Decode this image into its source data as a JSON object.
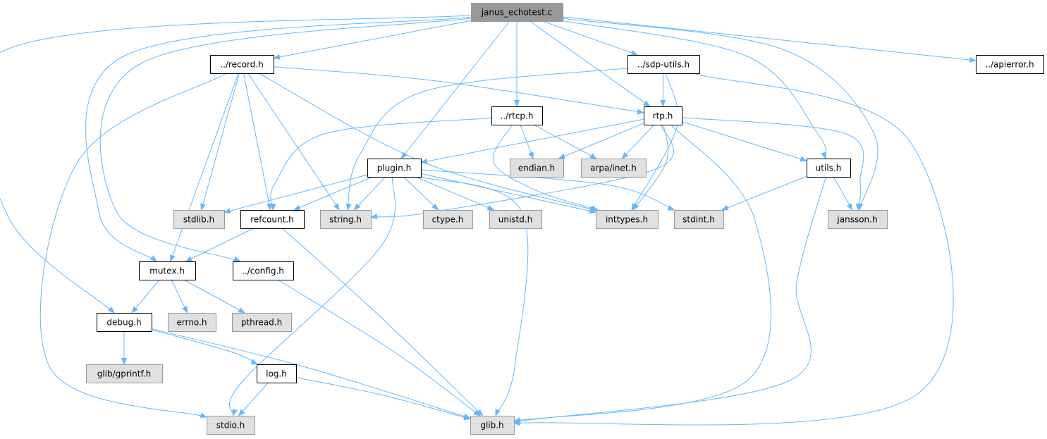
{
  "diagram": {
    "type": "include-dependency-graph",
    "root": "janus_echotest.c",
    "colors": {
      "edge": "#63b8ff",
      "root_fill": "#999999",
      "documented_fill": "#ffffff",
      "external_fill": "#e0e0e0",
      "border_dark": "#000000",
      "border_light": "#999999"
    },
    "nodes": [
      {
        "id": "janus_echotest",
        "label": "janus_echotest.c",
        "kind": "root"
      },
      {
        "id": "record",
        "label": "../record.h",
        "kind": "documented"
      },
      {
        "id": "sdputils",
        "label": "../sdp-utils.h",
        "kind": "documented"
      },
      {
        "id": "apierror",
        "label": "../apierror.h",
        "kind": "documented"
      },
      {
        "id": "rtcp",
        "label": "../rtcp.h",
        "kind": "documented"
      },
      {
        "id": "rtp",
        "label": "rtp.h",
        "kind": "documented"
      },
      {
        "id": "plugin",
        "label": "plugin.h",
        "kind": "documented"
      },
      {
        "id": "endian",
        "label": "endian.h",
        "kind": "external"
      },
      {
        "id": "arpainet",
        "label": "arpa/inet.h",
        "kind": "external"
      },
      {
        "id": "utils",
        "label": "utils.h",
        "kind": "documented"
      },
      {
        "id": "stdlib",
        "label": "stdlib.h",
        "kind": "external"
      },
      {
        "id": "refcount",
        "label": "refcount.h",
        "kind": "documented"
      },
      {
        "id": "string",
        "label": "string.h",
        "kind": "external"
      },
      {
        "id": "ctype",
        "label": "ctype.h",
        "kind": "external"
      },
      {
        "id": "unistd",
        "label": "unistd.h",
        "kind": "external"
      },
      {
        "id": "inttypes",
        "label": "inttypes.h",
        "kind": "external"
      },
      {
        "id": "stdint",
        "label": "stdint.h",
        "kind": "external"
      },
      {
        "id": "jansson",
        "label": "jansson.h",
        "kind": "external"
      },
      {
        "id": "mutex",
        "label": "mutex.h",
        "kind": "documented"
      },
      {
        "id": "config",
        "label": "../config.h",
        "kind": "documented"
      },
      {
        "id": "debug",
        "label": "debug.h",
        "kind": "documented"
      },
      {
        "id": "errno",
        "label": "errno.h",
        "kind": "external"
      },
      {
        "id": "pthread",
        "label": "pthread.h",
        "kind": "external"
      },
      {
        "id": "gprintf",
        "label": "glib/gprintf.h",
        "kind": "external"
      },
      {
        "id": "log",
        "label": "log.h",
        "kind": "documented"
      },
      {
        "id": "stdio",
        "label": "stdio.h",
        "kind": "external"
      },
      {
        "id": "glib",
        "label": "glib.h",
        "kind": "external"
      }
    ],
    "edges": [
      [
        "janus_echotest",
        "record"
      ],
      [
        "janus_echotest",
        "sdputils"
      ],
      [
        "janus_echotest",
        "apierror"
      ],
      [
        "janus_echotest",
        "rtcp"
      ],
      [
        "janus_echotest",
        "rtp"
      ],
      [
        "janus_echotest",
        "plugin"
      ],
      [
        "janus_echotest",
        "utils"
      ],
      [
        "janus_echotest",
        "jansson"
      ],
      [
        "janus_echotest",
        "mutex"
      ],
      [
        "janus_echotest",
        "config"
      ],
      [
        "janus_echotest",
        "debug"
      ],
      [
        "record",
        "rtp"
      ],
      [
        "record",
        "stdio"
      ],
      [
        "record",
        "mutex"
      ],
      [
        "record",
        "stdlib"
      ],
      [
        "record",
        "refcount"
      ],
      [
        "record",
        "string"
      ],
      [
        "record",
        "inttypes"
      ],
      [
        "sdputils",
        "rtp"
      ],
      [
        "sdputils",
        "string"
      ],
      [
        "sdputils",
        "inttypes"
      ],
      [
        "sdputils",
        "glib"
      ],
      [
        "rtcp",
        "endian"
      ],
      [
        "rtcp",
        "arpainet"
      ],
      [
        "rtcp",
        "refcount"
      ],
      [
        "rtcp",
        "inttypes"
      ],
      [
        "rtp",
        "plugin"
      ],
      [
        "rtp",
        "endian"
      ],
      [
        "rtp",
        "arpainet"
      ],
      [
        "rtp",
        "utils"
      ],
      [
        "rtp",
        "jansson"
      ],
      [
        "rtp",
        "string"
      ],
      [
        "rtp",
        "inttypes"
      ],
      [
        "rtp",
        "glib"
      ],
      [
        "plugin",
        "stdlib"
      ],
      [
        "plugin",
        "refcount"
      ],
      [
        "plugin",
        "string"
      ],
      [
        "plugin",
        "ctype"
      ],
      [
        "plugin",
        "unistd"
      ],
      [
        "plugin",
        "inttypes"
      ],
      [
        "plugin",
        "stdint"
      ],
      [
        "plugin",
        "stdio"
      ],
      [
        "plugin",
        "glib"
      ],
      [
        "utils",
        "stdint"
      ],
      [
        "utils",
        "jansson"
      ],
      [
        "utils",
        "glib"
      ],
      [
        "refcount",
        "mutex"
      ],
      [
        "refcount",
        "glib"
      ],
      [
        "mutex",
        "debug"
      ],
      [
        "mutex",
        "errno"
      ],
      [
        "mutex",
        "pthread"
      ],
      [
        "config",
        "glib"
      ],
      [
        "debug",
        "gprintf"
      ],
      [
        "debug",
        "log"
      ],
      [
        "debug",
        "glib"
      ],
      [
        "log",
        "stdio"
      ],
      [
        "log",
        "glib"
      ]
    ]
  }
}
